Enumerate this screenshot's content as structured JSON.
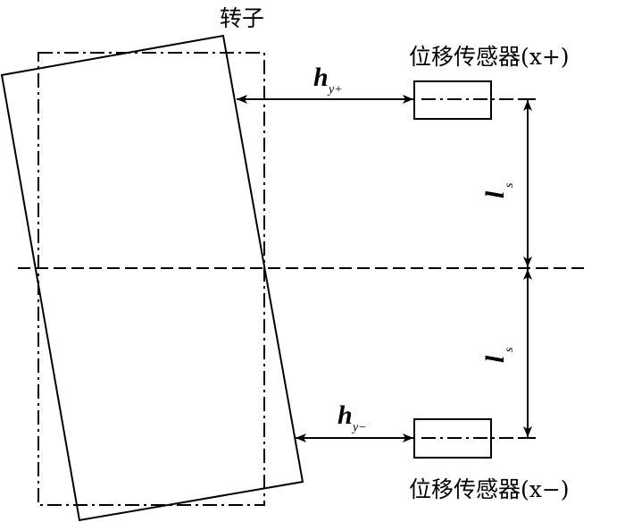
{
  "labels": {
    "rotor": "转子",
    "sensor_top": "位移传感器(x+)",
    "sensor_bottom": "位移传感器(x−)",
    "h_top_main": "h",
    "h_top_sub": "y+",
    "h_bottom_main": "h",
    "h_bottom_sub": "y−",
    "l_top_main": "l",
    "l_top_sub": "s",
    "l_bottom_main": "l",
    "l_bottom_sub": "s"
  }
}
